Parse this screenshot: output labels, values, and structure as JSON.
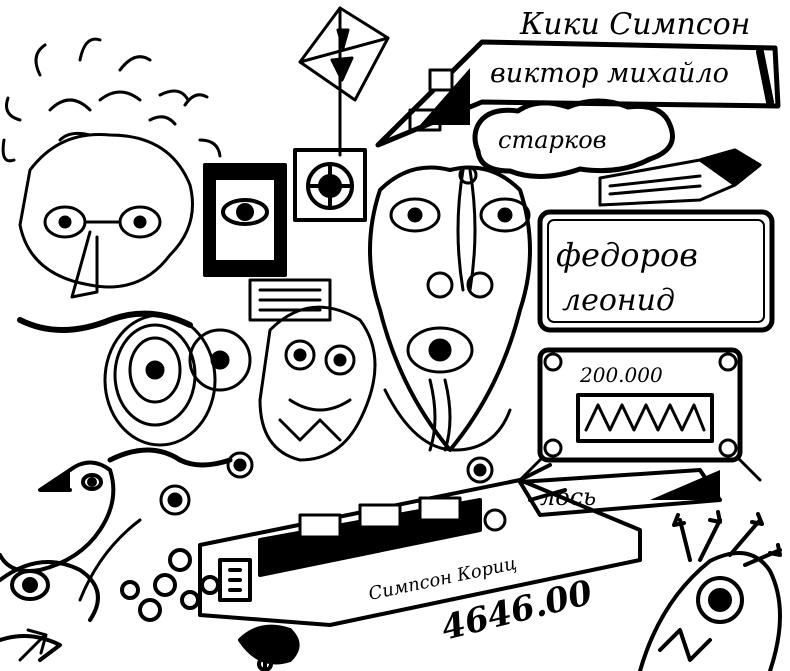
{
  "artwork": {
    "ink_color": "#000000",
    "paper_color": "#ffffff",
    "captions": {
      "top_name": "Кики Симпсон",
      "banner_name": "виктор михайло",
      "cloud_word": "старков",
      "plaque_line1": "федоров",
      "plaque_line2": "леонид",
      "meter_number": "200.000",
      "belt_word": "лось",
      "lower_word": "Симпсон Кориц",
      "big_number": "4646.00"
    }
  }
}
